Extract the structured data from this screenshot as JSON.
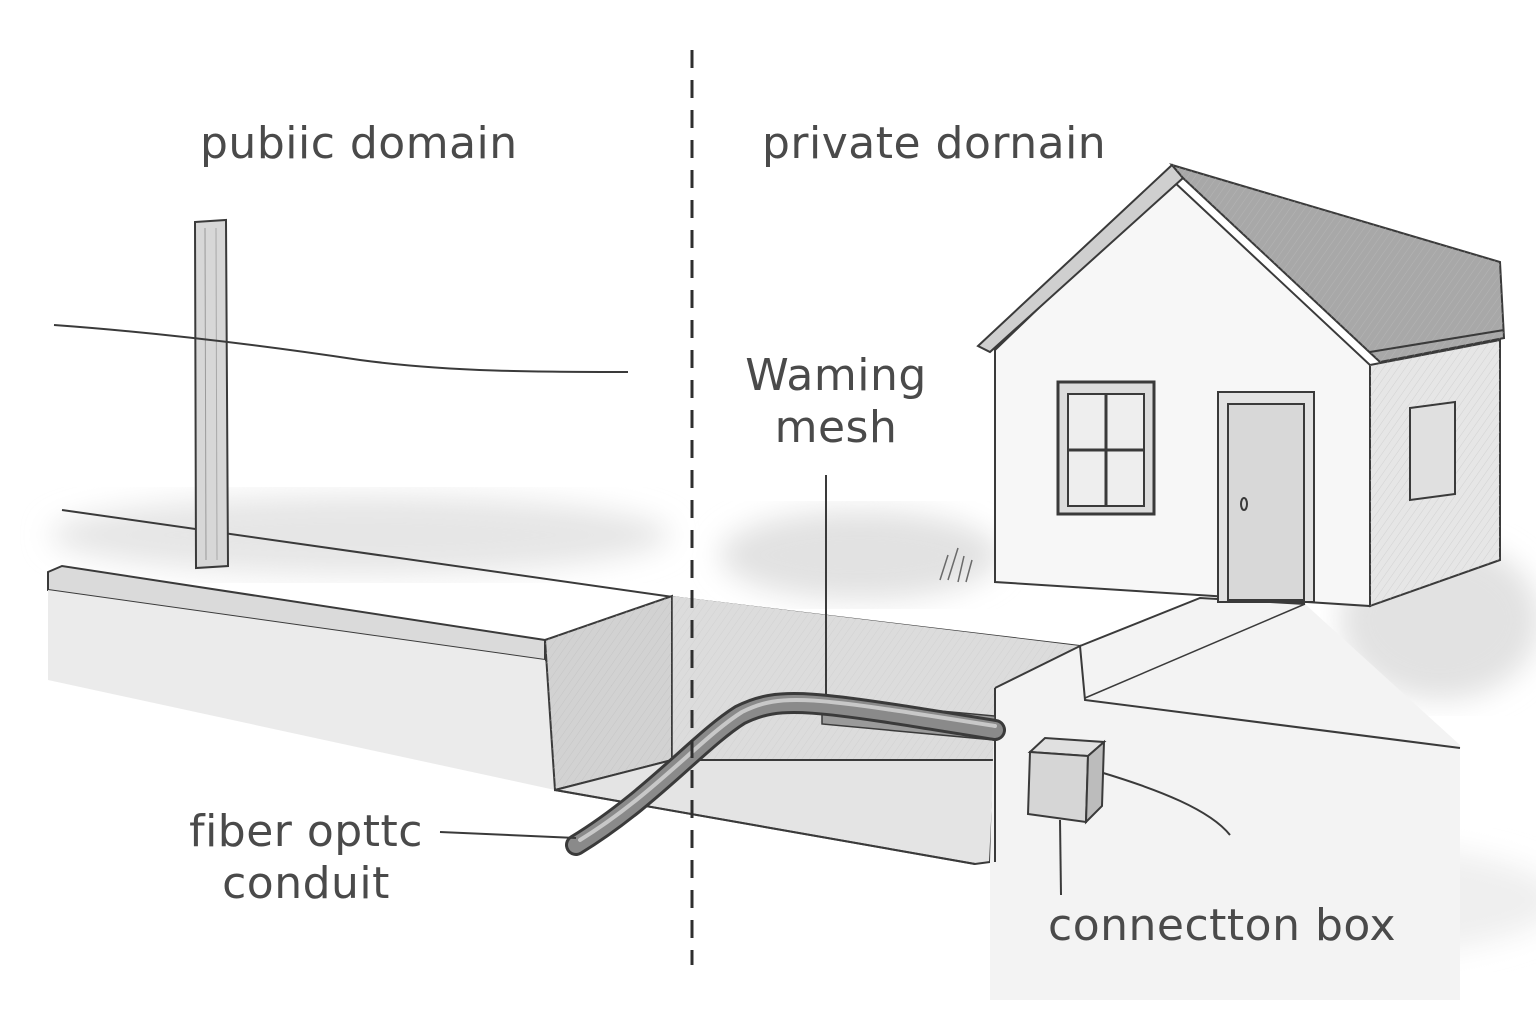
{
  "labels": {
    "public_domain": "pubiic domain",
    "private_domain": "private dornain",
    "warning_mesh_line1": "Waming",
    "warning_mesh_line2": "mesh",
    "fiber_conduit_line1": "fiber opttc",
    "fiber_conduit_line2": "conduit",
    "connection_box": "connectton box"
  },
  "colors": {
    "ink": "#3a3a3a",
    "label_text": "#4a4a4a",
    "shade_light": "#ececec",
    "shade_mid": "#dcdcdc",
    "shade_dark": "#c4c4c4",
    "roof": "#a8a8a8",
    "background": "#ffffff"
  },
  "icons": {
    "house": "house-icon",
    "pole": "utility-pole-icon",
    "box": "connection-box-icon"
  }
}
